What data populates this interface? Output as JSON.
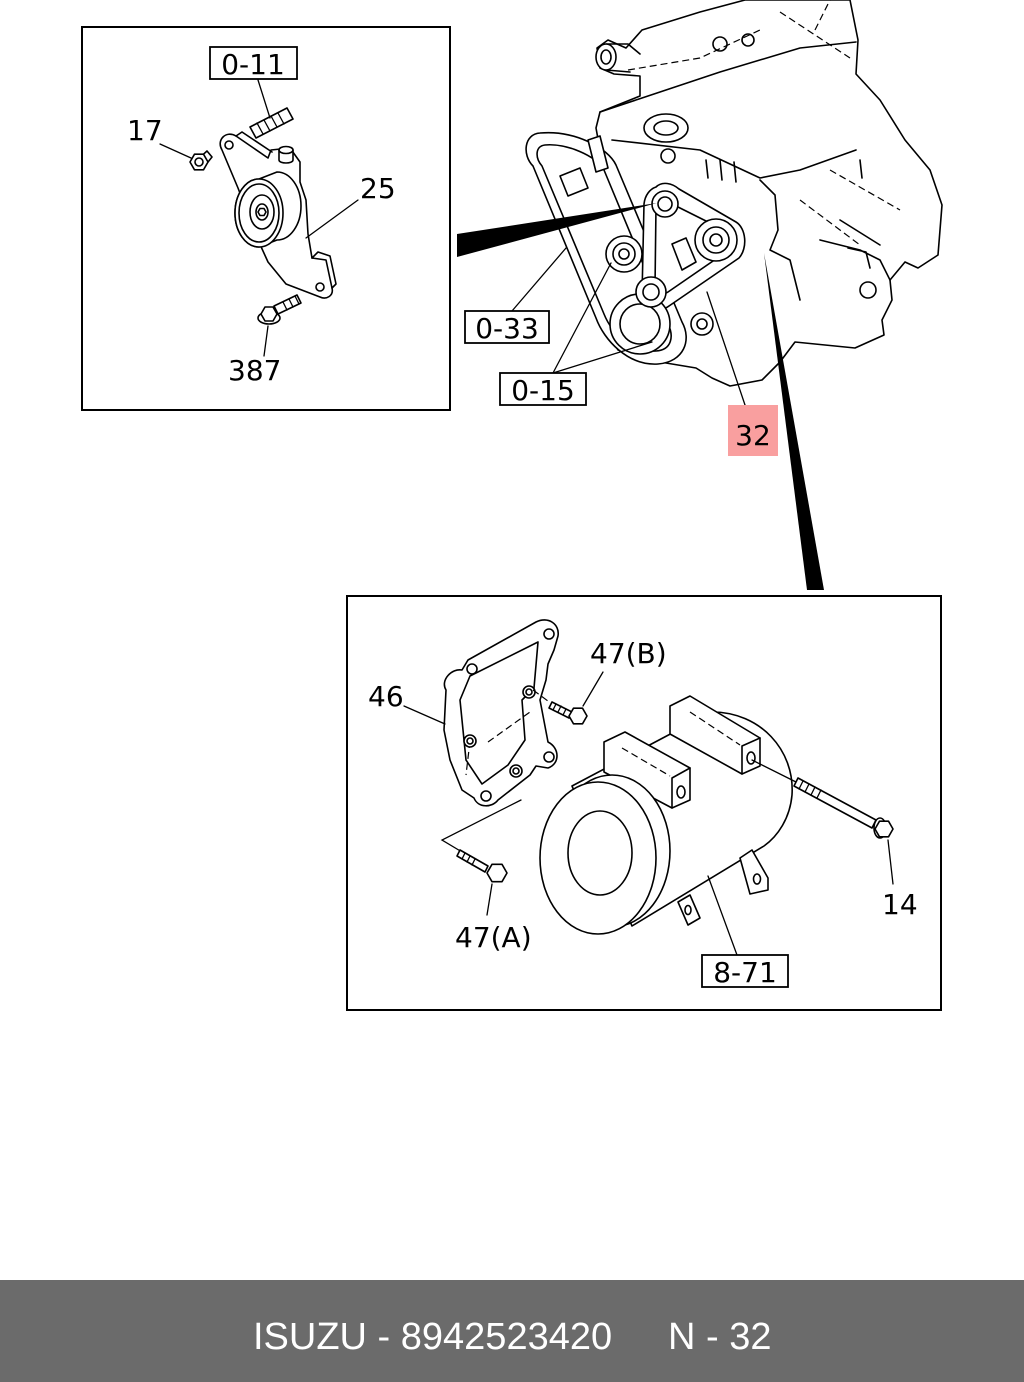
{
  "callouts": [
    {
      "label": "0-11",
      "boxed": true,
      "highlighted": false
    },
    {
      "label": "17",
      "boxed": false,
      "highlighted": false
    },
    {
      "label": "25",
      "boxed": false,
      "highlighted": false
    },
    {
      "label": "387",
      "boxed": false,
      "highlighted": false
    },
    {
      "label": "0-33",
      "boxed": true,
      "highlighted": false
    },
    {
      "label": "0-15",
      "boxed": true,
      "highlighted": false
    },
    {
      "label": "32",
      "boxed": false,
      "highlighted": true
    },
    {
      "label": "47(B)",
      "boxed": false,
      "highlighted": false
    },
    {
      "label": "46",
      "boxed": false,
      "highlighted": false
    },
    {
      "label": "14",
      "boxed": false,
      "highlighted": false
    },
    {
      "label": "47(A)",
      "boxed": false,
      "highlighted": false
    },
    {
      "label": "8-71",
      "boxed": true,
      "highlighted": false
    }
  ],
  "footer": {
    "title": "ISUZU - 8942523420",
    "page": "N - 32"
  },
  "colors": {
    "highlight": "#f99f9f",
    "footer_background": "#6b6b6b",
    "footer_text": "#ffffff",
    "line_art": "#000000"
  }
}
